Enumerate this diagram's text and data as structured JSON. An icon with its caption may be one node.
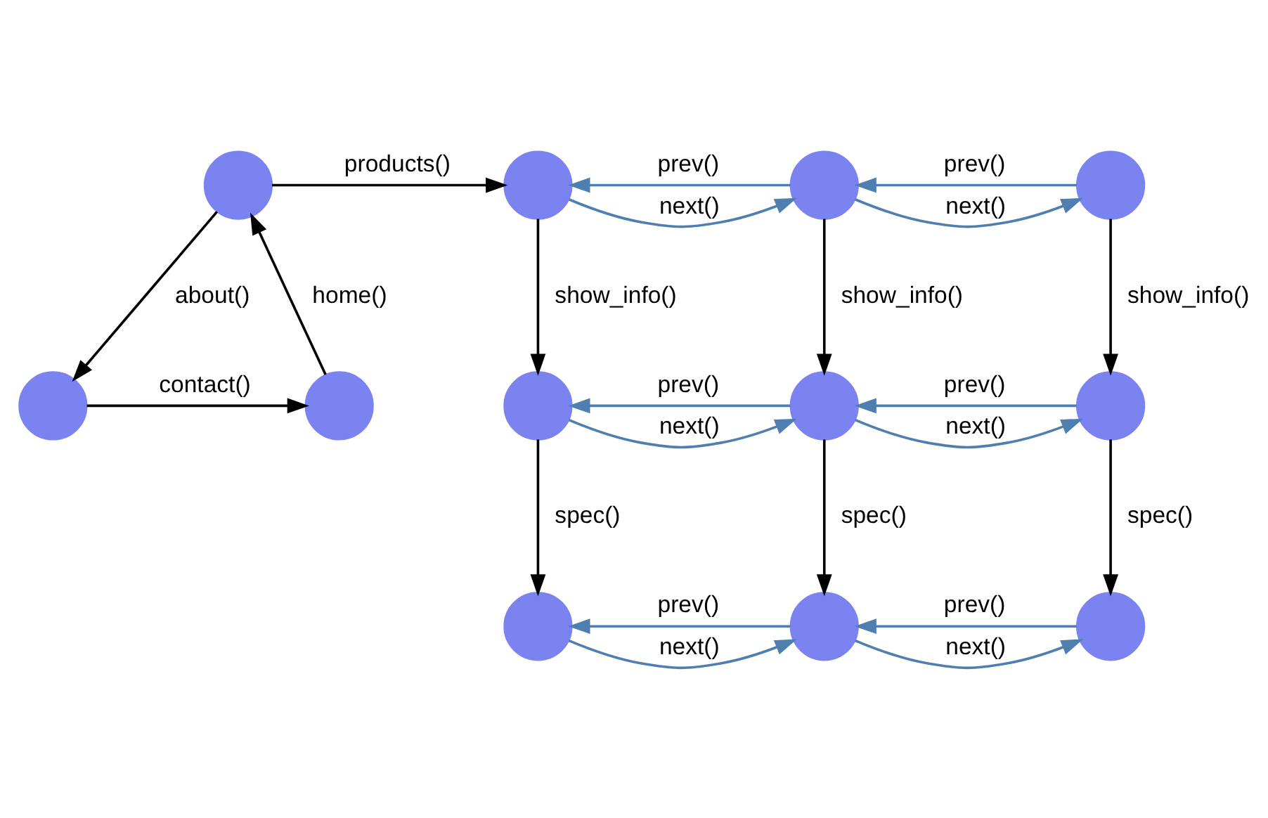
{
  "diagram": {
    "nodes": [
      {
        "text": [],
        "shape": "circle"
      },
      {
        "text": [],
        "shape": "circle"
      },
      {
        "text": [],
        "shape": "circle"
      },
      {
        "text": [],
        "shape": "circle"
      },
      {
        "text": [],
        "shape": "circle"
      },
      {
        "text": [],
        "shape": "circle"
      },
      {
        "text": [],
        "shape": "circle"
      },
      {
        "text": [],
        "shape": "circle"
      },
      {
        "text": [],
        "shape": "circle"
      },
      {
        "text": [],
        "shape": "circle"
      },
      {
        "text": [],
        "shape": "circle"
      },
      {
        "text": [],
        "shape": "circle"
      }
    ],
    "edges": [
      {
        "from": 0,
        "to": 3,
        "arrow": "to",
        "label": "products()",
        "color": "#000000"
      },
      {
        "from": 0,
        "to": 1,
        "arrow": "to",
        "label": "about()",
        "color": "#000000"
      },
      {
        "from": 1,
        "to": 2,
        "arrow": "to",
        "label": "contact()",
        "color": "#000000"
      },
      {
        "from": 2,
        "to": 0,
        "arrow": "to",
        "label": "home()",
        "color": "#000000"
      },
      {
        "from": 3,
        "to": 4,
        "arrow": "to",
        "label": "next()"
      },
      {
        "from": 4,
        "to": 3,
        "arrow": "to",
        "label": "prev()"
      },
      {
        "from": 4,
        "to": 5,
        "arrow": "to",
        "label": "next()"
      },
      {
        "from": 5,
        "to": 4,
        "arrow": "to",
        "label": "prev()"
      },
      {
        "from": 3,
        "to": 6,
        "arrow": "to",
        "label": "show_info()",
        "color": "#000000"
      },
      {
        "from": 4,
        "to": 7,
        "arrow": "to",
        "label": "show_info()",
        "color": "#000000"
      },
      {
        "from": 5,
        "to": 8,
        "arrow": "to",
        "label": "show_info()",
        "color": "#000000"
      },
      {
        "from": 6,
        "to": 7,
        "arrow": "to",
        "label": "next()"
      },
      {
        "from": 7,
        "to": 6,
        "arrow": "to",
        "label": "prev()"
      },
      {
        "from": 7,
        "to": 8,
        "arrow": "to",
        "label": "next()"
      },
      {
        "from": 8,
        "to": 7,
        "arrow": "to",
        "label": "prev()"
      },
      {
        "from": 6,
        "to": 9,
        "arrow": "to",
        "label": "spec()",
        "color": "#000000"
      },
      {
        "from": 7,
        "to": 10,
        "arrow": "to",
        "label": "spec()",
        "color": "#000000"
      },
      {
        "from": 8,
        "to": 11,
        "arrow": "to",
        "label": "spec()",
        "color": "#000000"
      },
      {
        "from": 9,
        "to": 10,
        "arrow": "to",
        "label": "next()"
      },
      {
        "from": 10,
        "to": 9,
        "arrow": "to",
        "label": "prev()"
      },
      {
        "from": 10,
        "to": 11,
        "arrow": "to",
        "label": "next()"
      },
      {
        "from": 11,
        "to": 10,
        "arrow": "to",
        "label": "prev()"
      }
    ]
  }
}
